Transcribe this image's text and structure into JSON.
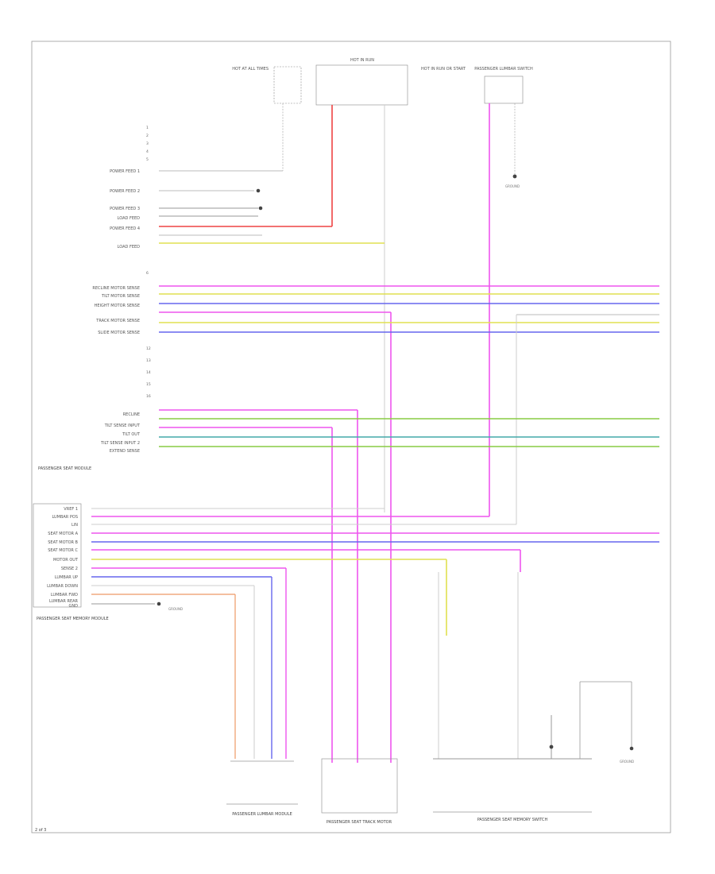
{
  "page_code": "2 of 3",
  "components": {
    "power_seat_module_left_caption": "PASSENGER SEAT MEMORY MODULE",
    "power_seat_module_right_caption": "PASSENGER SEAT MODULE",
    "lumbar_caption": "PASSENGER LUMBAR MODULE",
    "track_motor_caption": "PASSENGER SEAT TRACK MOTOR",
    "bottom_switch_caption": "PASSENGER SEAT MEMORY SWITCH",
    "top_left_fuse": "HOT AT ALL TIMES",
    "top_mid_fuse": "HOT IN RUN",
    "top_right_fuse": "HOT IN RUN OR START",
    "switch_top_right": "PASSENGER LUMBAR SWITCH",
    "splice_1": "GROUND",
    "splice_2": "GROUND",
    "splice_3": "GROUND"
  },
  "upper_labels": [
    "POWER FEED 1",
    "POWER FEED 2",
    "POWER FEED 3",
    "LOAD FEED",
    "POWER FEED 4",
    "LOAD FEED"
  ],
  "middle_labels": [
    "RECLINE MOTOR SENSE",
    "TILT MOTOR SENSE",
    "HEIGHT MOTOR SENSE",
    "TRACK MOTOR SENSE",
    "SLIDE MOTOR SENSE"
  ],
  "lower_labels": [
    "RECLINE",
    "TILT SENSE INPUT",
    "TILT OUT",
    "TILT SENSE INPUT 2",
    "EXTEND SENSE"
  ],
  "connector_labels": [
    "VREF 1",
    "LUMBAR POS",
    "LIN",
    "SEAT MOTOR A",
    "SEAT MOTOR B",
    "SEAT MOTOR C",
    "MOTOR OUT",
    "SENSE 2",
    "LUMBAR UP",
    "LUMBAR DOWN",
    "LUMBAR FWD",
    "LUMBAR REAR",
    "GND"
  ],
  "wire_colors": {
    "pink": "#ee55ee",
    "red": "#ee4444",
    "yellow": "#e0e050",
    "blue": "#6666ee",
    "green": "#88cc44",
    "teal": "#44aaaa",
    "orange": "#ee9966",
    "gray": "#999999"
  }
}
